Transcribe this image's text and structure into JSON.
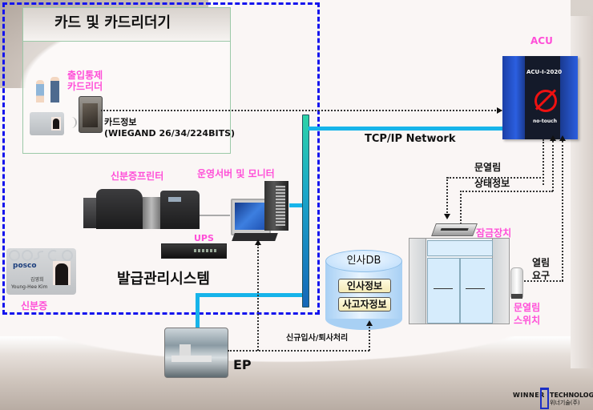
{
  "card_section": {
    "title": "카드 및 카드리더기",
    "reader_label_line1": "출입통제",
    "reader_label_line2": "카드리더",
    "card_info_line1": "카드정보",
    "card_info_line2": "(WIEGAND 26/34/224BITS)"
  },
  "issuing_system": {
    "title": "발급관리시스템",
    "printer_label": "신분증프린터",
    "server_label": "운영서버 및 모니터",
    "ups_label": "UPS",
    "id_card_label": "신분증",
    "id_card_brand": "posco",
    "id_card_watermark": "posco",
    "id_card_name": "김영희",
    "id_card_name_en": "Young-Hee Kim"
  },
  "network": {
    "label": "TCP/IP Network"
  },
  "acu": {
    "label": "ACU",
    "model": "ACU-I-2020",
    "sticker": "no-touch"
  },
  "door_signals": {
    "open_line1": "문열림",
    "status_line": "상태정보",
    "lock_label": "잠금장치",
    "request_line1": "열림",
    "request_line2": "요구",
    "switch_line1": "문열림",
    "switch_line2": "스위치"
  },
  "hr_db": {
    "label": "인사DB",
    "items": [
      "인사정보",
      "사고자정보"
    ],
    "update_label": "신규입사/퇴사처리"
  },
  "ep": {
    "label": "EP"
  },
  "company_logo": {
    "left": "WINNER",
    "right": "TECHNOLOGY",
    "korean": "위너기술(주)",
    "accent": "#1c2fc5"
  },
  "colors": {
    "highlight_pink": "#ff4fd8",
    "dashed_border": "#1414ee",
    "network_line": "#16b4ea"
  }
}
